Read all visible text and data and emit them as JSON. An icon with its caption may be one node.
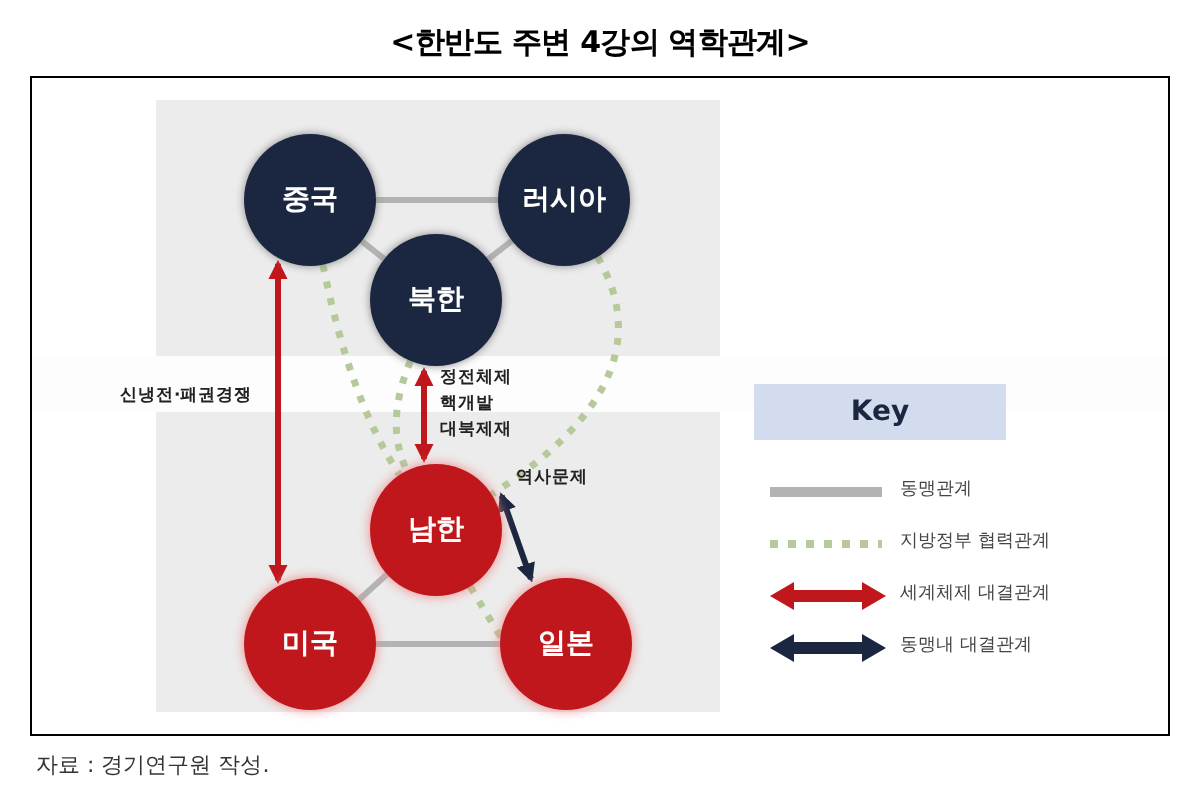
{
  "diagram": {
    "title": "<한반도 주변 4강의 역학관계>",
    "caption": "자료 : 경기연구원 작성.",
    "nodes": [
      {
        "text": [
          "중국"
        ]
      },
      {
        "text": [
          "러시아"
        ]
      },
      {
        "text": [
          "북한"
        ]
      },
      {
        "text": [
          "남한"
        ]
      },
      {
        "text": [
          "미국"
        ]
      },
      {
        "text": [
          "일본"
        ]
      }
    ],
    "edges": [
      {
        "from": 0,
        "to": 1,
        "arrow": "none"
      },
      {
        "from": 0,
        "to": 2,
        "arrow": "none"
      },
      {
        "from": 1,
        "to": 2,
        "arrow": "none"
      },
      {
        "from": 4,
        "to": 3,
        "arrow": "none"
      },
      {
        "from": 4,
        "to": 5,
        "arrow": "none"
      },
      {
        "from": 0,
        "to": 3,
        "arrow": "none",
        "style": "dashed",
        "color": "#b5c99a"
      },
      {
        "from": 2,
        "to": 3,
        "arrow": "none",
        "style": "dashed",
        "color": "#b5c99a"
      },
      {
        "from": 1,
        "to": 3,
        "arrow": "none",
        "style": "dashed",
        "color": "#b5c99a"
      },
      {
        "from": 3,
        "to": 5,
        "arrow": "none",
        "style": "dashed",
        "color": "#b5c99a"
      },
      {
        "from": 2,
        "to": 3,
        "arrow": "both",
        "label": "정전체제 핵개발 대북제재",
        "color": "#c0171c"
      },
      {
        "from": 0,
        "to": 4,
        "arrow": "both",
        "label": "신냉전·패권경쟁",
        "color": "#c0171c"
      },
      {
        "from": 3,
        "to": 5,
        "arrow": "both",
        "label": "역사문제",
        "color": "#1b2640"
      }
    ],
    "labels": [
      "Key"
    ],
    "legend": [
      {
        "text": "동맹관계"
      },
      {
        "text": "지방정부 협력관계"
      },
      {
        "text": "세계체제 대결관계"
      },
      {
        "text": "동맹내 대결관계"
      }
    ]
  }
}
